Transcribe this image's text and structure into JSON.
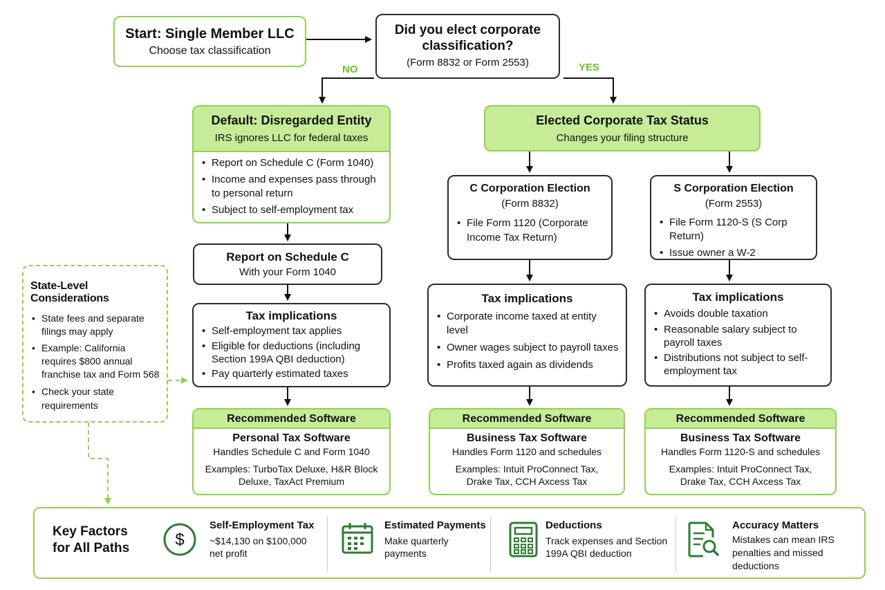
{
  "start": {
    "title": "Start: Single Member LLC",
    "subtitle": "Choose tax classification"
  },
  "question": {
    "line1": "Did you elect corporate",
    "line2": "classification?",
    "forms": "(Form 8832 or Form 2553)"
  },
  "labels": {
    "no": "NO",
    "yes": "YES"
  },
  "default": {
    "title": "Default: Disregarded Entity",
    "subtitle": "IRS ignores LLC for federal taxes",
    "bullets": [
      "Report on Schedule C (Form 1040)",
      "Income and expenses pass through to personal return",
      "Subject to self-employment tax"
    ]
  },
  "schedule_c": {
    "title": "Report on Schedule C",
    "subtitle": "With your Form 1040"
  },
  "tax_left": {
    "title": "Tax implications",
    "bullets": [
      "Self-employment tax applies",
      "Eligible for deductions (including Section 199A QBI deduction)",
      "Pay quarterly estimated taxes"
    ]
  },
  "soft_left": {
    "header": "Recommended Software",
    "title": "Personal Tax Software",
    "subtitle": "Handles Schedule C and Form 1040",
    "examples": "Examples: TurboTax Deluxe, H&R Block Deluxe, TaxAct Premium"
  },
  "elected": {
    "title": "Elected Corporate Tax Status",
    "subtitle": "Changes your filing structure"
  },
  "c_corp": {
    "title": "C Corporation Election",
    "form": "(Form 8832)",
    "bullets": [
      "File Form 1120 (Corporate Income Tax Return)"
    ]
  },
  "s_corp": {
    "title": "S Corporation Election",
    "form": "(Form 2553)",
    "bullets": [
      "File Form 1120-S (S Corp Return)",
      "Issue owner a W-2"
    ]
  },
  "tax_c": {
    "title": "Tax implications",
    "bullets": [
      "Corporate income taxed at entity level",
      "Owner wages subject to payroll taxes",
      "Profits taxed again as dividends"
    ]
  },
  "tax_s": {
    "title": "Tax implications",
    "bullets": [
      "Avoids double taxation",
      "Reasonable salary subject to payroll taxes",
      "Distributions not subject to self-employment tax"
    ]
  },
  "soft_c": {
    "header": "Recommended Software",
    "title": "Business Tax Software",
    "subtitle": "Handles Form 1120 and schedules",
    "examples": "Examples: Intuit ProConnect Tax, Drake Tax, CCH Axcess Tax"
  },
  "soft_s": {
    "header": "Recommended Software",
    "title": "Business Tax Software",
    "subtitle": "Handles Form 1120-S and schedules",
    "examples": "Examples: Intuit ProConnect Tax, Drake Tax, CCH Axcess Tax"
  },
  "state": {
    "title": "State-Level Considerations",
    "bullets": [
      "State fees and separate filings may apply",
      "Example: California requires $800 annual franchise tax and Form 568",
      "Check your state requirements"
    ]
  },
  "key": {
    "title_line1": "Key Factors",
    "title_line2": "for All Paths",
    "items": [
      {
        "icon": "dollar-icon",
        "title": "Self-Employment Tax",
        "text": "~$14,130 on $100,000 net profit"
      },
      {
        "icon": "calendar-icon",
        "title": "Estimated Payments",
        "text": "Make quarterly payments"
      },
      {
        "icon": "calculator-icon",
        "title": "Deductions",
        "text": "Track expenses and Section 199A QBI deduction"
      },
      {
        "icon": "document-search-icon",
        "title": "Accuracy Matters",
        "text": "Mistakes can mean IRS penalties and missed deductions"
      }
    ]
  },
  "colors": {
    "green_border": "#8fd14f",
    "green_fill": "#c6ec97",
    "dark": "#2b2b2b",
    "icon_green": "#2e7d32"
  }
}
